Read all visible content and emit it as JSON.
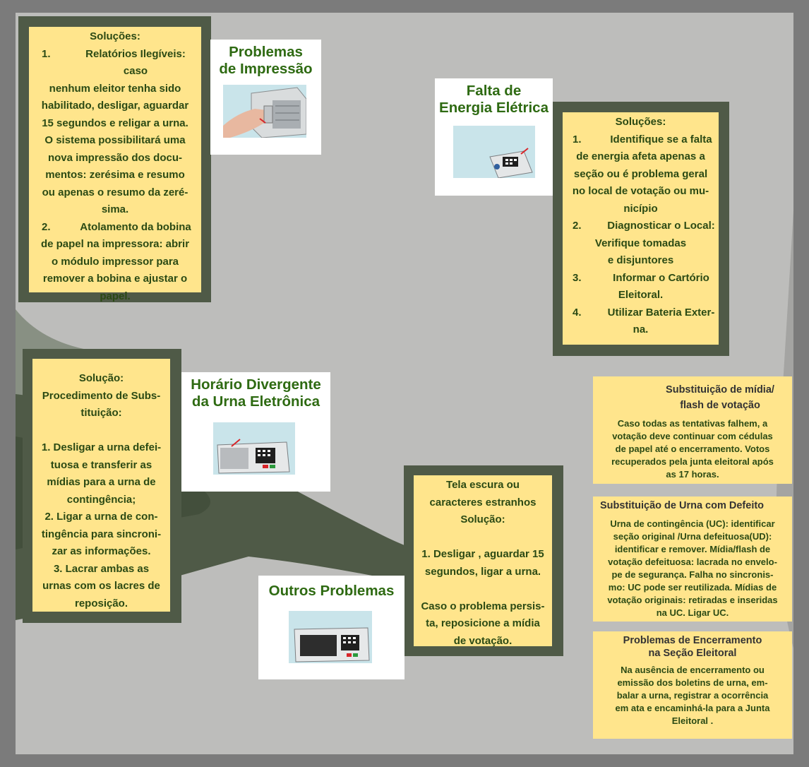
{
  "cards": {
    "impressao": {
      "title": "Problemas\nde Impressão"
    },
    "energia": {
      "title": "Falta de\nEnergia Elétrica"
    },
    "horario": {
      "title": "Horário Divergente\nda Urna Eletrônica"
    },
    "outros": {
      "title": "Outros Problemas"
    }
  },
  "notes": {
    "impressao": {
      "heading": "Soluções:",
      "items": [
        {
          "num": "1.",
          "lines": [
            "Relatórios Ilegíveis: caso",
            "nenhum eleitor tenha sido",
            "habilitado, desligar, aguardar",
            "15 segundos e religar a urna.",
            "O sistema possibilitará uma",
            "nova impressão dos docu-",
            "mentos: zerésima e resumo",
            "ou apenas o resumo da zeré-",
            "sima."
          ]
        },
        {
          "num": "2.",
          "lines": [
            "Atolamento da bobina",
            "de papel na impressora: abrir",
            "o módulo impressor para",
            "remover a bobina e ajustar o",
            "papel."
          ]
        }
      ]
    },
    "energia": {
      "heading": "Soluções:",
      "items": [
        {
          "num": "1.",
          "lines": [
            "Identifique se a falta",
            "de energia afeta apenas a",
            "seção  ou é problema geral",
            "no local de votação ou mu-",
            "nicípio"
          ]
        },
        {
          "num": "2.",
          "lines": [
            "Diagnosticar o Local:",
            "Verifique tomadas",
            "e disjuntores"
          ]
        },
        {
          "num": "3.",
          "lines": [
            "Informar o Cartório",
            "Eleitoral."
          ]
        },
        {
          "num": "4.",
          "lines": [
            "Utilizar Bateria Exter-",
            "na."
          ]
        }
      ]
    },
    "horario": {
      "lines": [
        "Solução:",
        "Procedimento de Subs-",
        "tituição:",
        "",
        "1. Desligar a urna defei-",
        "tuosa e transferir as",
        "mídias para a urna de",
        "contingência;",
        "2. Ligar a urna de con-",
        "tingência para sincroni-",
        "zar as informações.",
        "3. Lacrar ambas as",
        "urnas com os lacres de",
        "reposição."
      ]
    },
    "outros": {
      "lines": [
        "Tela escura ou",
        "caracteres estranhos",
        "Solução:",
        "",
        "1. Desligar , aguardar 15",
        "segundos, ligar a urna.",
        "",
        "Caso o problema persis-",
        "ta, reposicione a mídia",
        "de votação."
      ]
    },
    "midia": {
      "heading": [
        "Substituição de mídia/",
        "flash de votação"
      ],
      "body": [
        "Caso todas as tentativas falhem, a",
        "votação deve continuar com cédulas",
        "de papel até o encerramento. Votos",
        "recuperados pela junta eleitoral após",
        "as 17 horas."
      ]
    },
    "urna": {
      "heading": [
        "Substituição de Urna com Defeito"
      ],
      "body": [
        "Urna de contingência (UC): identificar",
        "seção original /Urna defeituosa(UD):",
        "identificar e remover. Mídia/flash de",
        "votação defeituosa: lacrada no envelo-",
        "pe de segurança.  Falha no sincronis-",
        "mo: UC pode ser reutilizada. Mídias de",
        "votação originais: retiradas e inseridas",
        "na UC. Ligar UC."
      ]
    },
    "encerramento": {
      "heading": [
        "Problemas de Encerramento",
        "na Seção Eleitoral"
      ],
      "body": [
        "Na ausência de encerramento ou",
        "emissão dos boletins de urna,  em-",
        "balar a urna, registrar a ocorrência",
        "em ata e encaminhá-la para a Junta",
        "Eleitoral ."
      ]
    }
  },
  "pictures": {
    "impressao": "hand-inserting-printer-roll-illustration",
    "energia": "voting-machine-power-illustration",
    "horario": "voting-machine-clock-illustration",
    "outros": "voting-machine-dark-screen-illustration"
  },
  "colors": {
    "background": "#bdbdbb",
    "outer": "#7b7b7b",
    "frame": "#4f5a47",
    "note": "#ffe58c",
    "text": "#2b4a14",
    "title": "#2e6a12"
  }
}
